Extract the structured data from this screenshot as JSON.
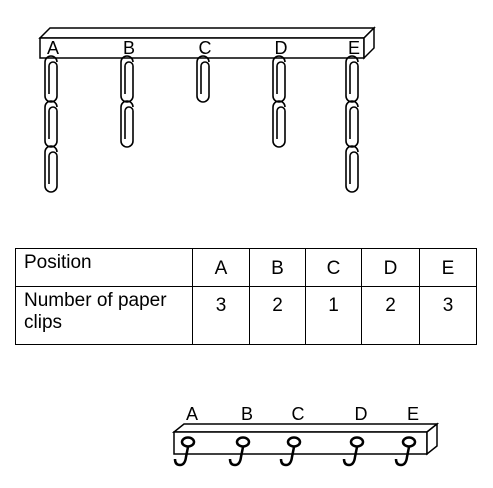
{
  "top_labels": [
    "A",
    "B",
    "C",
    "D",
    "E"
  ],
  "clip_counts": [
    3,
    2,
    1,
    2,
    3
  ],
  "table": {
    "header_label": "Position",
    "row_label_line1": "Number of paper",
    "row_label_line2": "clips",
    "positions": [
      "A",
      "B",
      "C",
      "D",
      "E"
    ],
    "values": [
      "3",
      "2",
      "1",
      "2",
      "3"
    ]
  },
  "bottom_labels": [
    "A",
    "B",
    "C",
    "D",
    "E"
  ]
}
